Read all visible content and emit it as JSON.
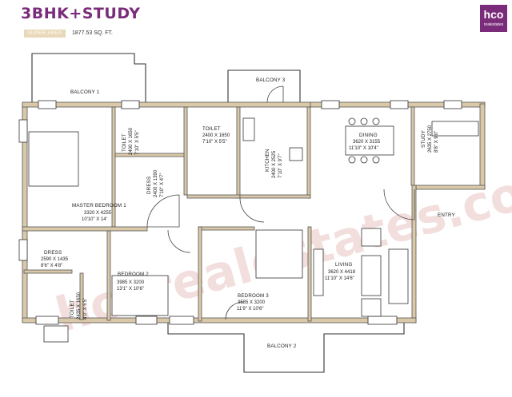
{
  "header": {
    "title": "3BHK+STUDY",
    "area_label": "SUPER AREA",
    "area_value": "1877.53 SQ. FT."
  },
  "logo": {
    "line1": "hco",
    "line2": "realestates"
  },
  "watermark": "hcorealestates.com",
  "rooms": {
    "balcony1": "BALCONY 1",
    "balcony2": "BALCONY 2",
    "balcony3": "BALCONY 3",
    "entry": "ENTRY",
    "master_bedroom": {
      "name": "MASTER BEDROOM 1",
      "dim_mm": "3320 X 4255",
      "dim_ft": "10'10\" X 14'"
    },
    "bedroom2": {
      "name": "BEDROOM 2",
      "dim_mm": "3985 X 3200",
      "dim_ft": "13'1\" X 10'6\""
    },
    "bedroom3": {
      "name": "BEDROOM 3",
      "dim_mm": "3585 X 3200",
      "dim_ft": "11'9\" X 10'6\""
    },
    "living": {
      "name": "LIVING",
      "dim_mm": "3620 X 4418",
      "dim_ft": "11'10\" X 14'6\""
    },
    "dining": {
      "name": "DINING",
      "dim_mm": "3620 X 3155",
      "dim_ft": "11'10\" X 10'4\""
    },
    "study": {
      "name": "STUDY",
      "dim_mm": "2635 X 2750",
      "dim_ft": "8'8\" X 9'0\""
    },
    "kitchen": {
      "name": "KITCHEN",
      "dim_mm": "2400 X 2525",
      "dim_ft": "7'10\" X 9'7\""
    },
    "toilet_center": {
      "name": "TOILET",
      "dim_mm": "2400 X 1650",
      "dim_ft": "7'10\" X 5'5\""
    },
    "toilet_master": {
      "name": "TOILET",
      "dim_mm": "2400 X 1650",
      "dim_ft": "7'10\" X 5'5\""
    },
    "dress_master": {
      "name": "DRESS",
      "dim_mm": "2400 X 1390",
      "dim_ft": "7'10\" X 4'7\""
    },
    "dress2": {
      "name": "DRESS",
      "dim_mm": "2590 X 1435",
      "dim_ft": "8'6\" X 4'8\""
    },
    "toilet2": {
      "name": "TOILET",
      "dim_mm": "2435 X 1650",
      "dim_ft": "8'0\" X 5'5\""
    }
  }
}
